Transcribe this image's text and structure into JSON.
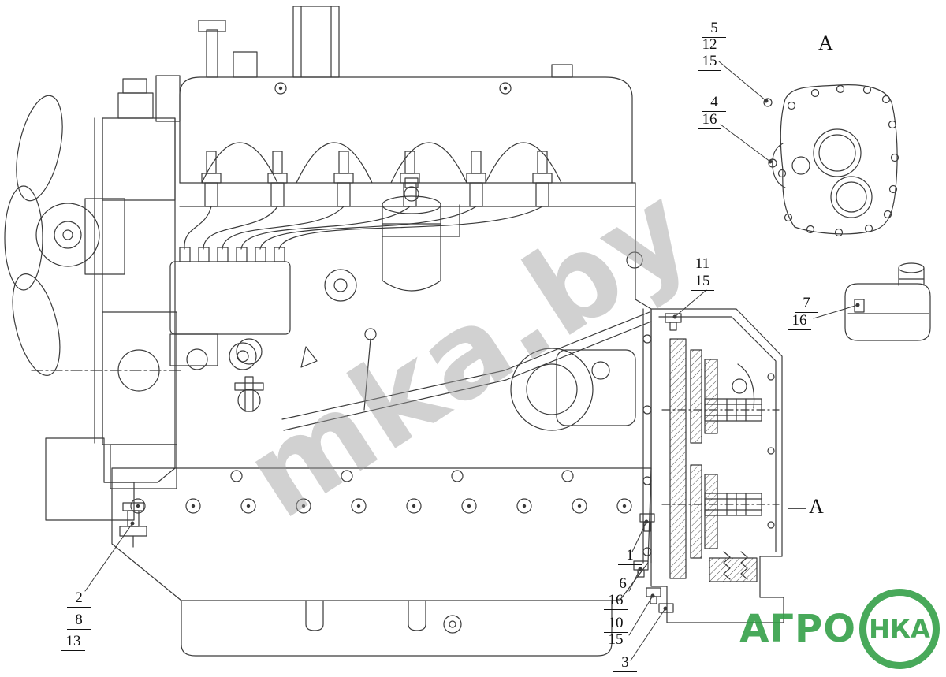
{
  "page": {
    "background": "#ffffff"
  },
  "diagram": {
    "description": "Engine assembly parts diagram with numbered callouts and detail view A",
    "watermark": "mka.by",
    "callouts": [
      "5",
      "12",
      "15",
      "4",
      "16",
      "11",
      "15",
      "7",
      "16",
      "1",
      "6",
      "16",
      "10",
      "15",
      "3",
      "2",
      "8",
      "13"
    ],
    "view_labels": [
      "A",
      "A"
    ],
    "logo": {
      "text": "АГРО",
      "badge": "НКА",
      "color": "#2f9e44"
    },
    "colors": {
      "line": "#3a3a3a",
      "watermark": "#9a9a9a"
    }
  }
}
